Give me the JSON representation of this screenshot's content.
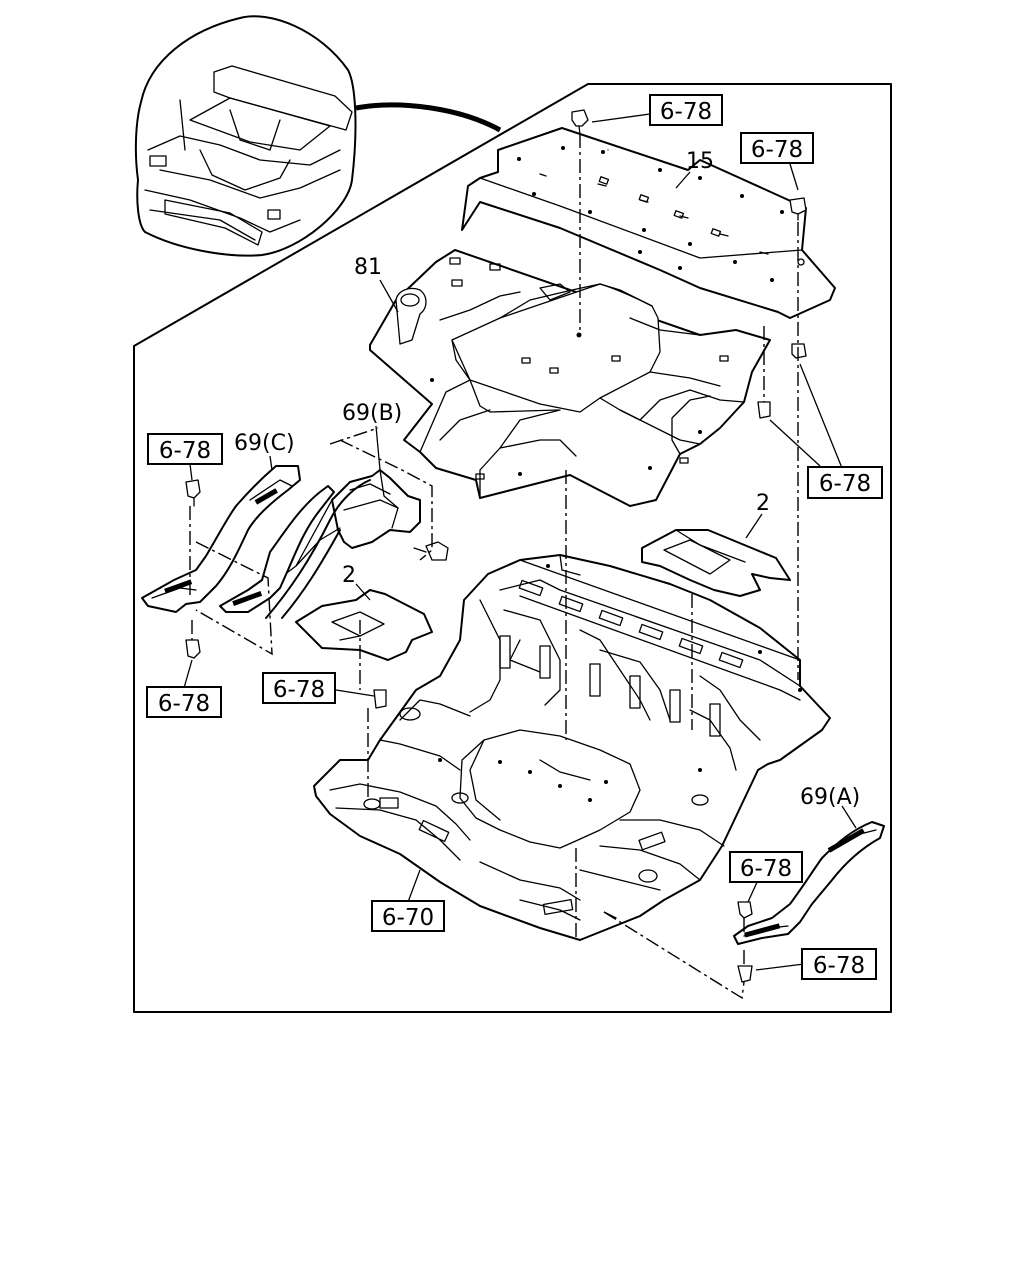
{
  "callouts": {
    "ref_top": "6-78",
    "ref_upper_right": "6-78",
    "ref_right_middle": "6-78",
    "ref_left_upper": "6-78",
    "ref_left_lower": "6-78",
    "ref_center_left": "6-78",
    "ref_lower_right_upper": "6-78",
    "ref_lower_right_lower": "6-78",
    "ref_floor": "6-70"
  },
  "parts": {
    "rear_panel": "15",
    "rear_floor": "81",
    "insulator_right": "2",
    "insulator_left": "2",
    "step_b": "69(B)",
    "step_c": "69(C)",
    "step_a": "69(A)"
  }
}
